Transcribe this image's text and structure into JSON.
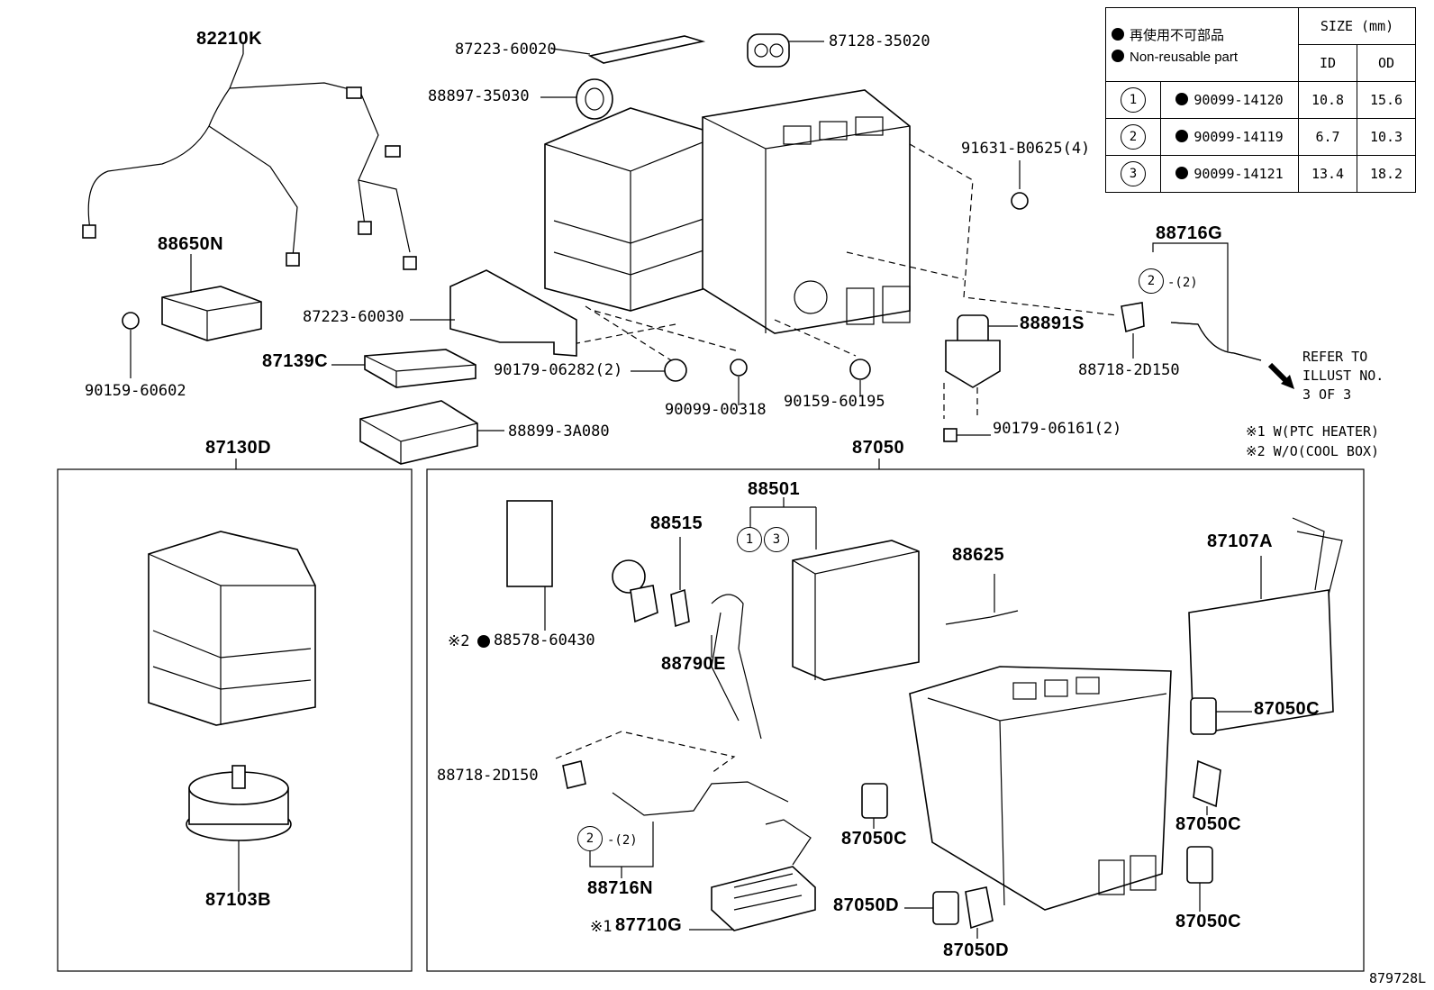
{
  "legend": {
    "non_reusable_jp": "再使用不可部品",
    "non_reusable_en": "Non-reusable part",
    "size_header": "SIZE (mm)",
    "col_id": "ID",
    "col_od": "OD",
    "rows": [
      {
        "index": "1",
        "part": "90099-14120",
        "id": "10.8",
        "od": "15.6"
      },
      {
        "index": "2",
        "part": "90099-14119",
        "id": "6.7",
        "od": "10.3"
      },
      {
        "index": "3",
        "part": "90099-14121",
        "id": "13.4",
        "od": "18.2"
      }
    ]
  },
  "labels": {
    "p82210K": "82210K",
    "p87223_60020": "87223-60020",
    "p87128_35020": "87128-35020",
    "p88897_35030": "88897-35030",
    "p91631_B0625": "91631-B0625(4)",
    "p88650N": "88650N",
    "p87223_60030": "87223-60030",
    "p87139C": "87139C",
    "p90159_60602": "90159-60602",
    "p90179_06282": "90179-06282(2)",
    "p90099_00318": "90099-00318",
    "p90159_60195": "90159-60195",
    "p88899_3A080": "88899-3A080",
    "p88716G": "88716G",
    "p88716G_count": "-(2)",
    "p88891S": "88891S",
    "p88718_2D150_top": "88718-2D150",
    "p90179_06161": "90179-06161(2)",
    "refer": [
      "REFER TO",
      "ILLUST NO.",
      "3 OF 3"
    ],
    "note1": "※1 W(PTC HEATER)",
    "note2": "※2 W/O(COOL BOX)",
    "p87130D": "87130D",
    "p87103B": "87103B",
    "p87050": "87050",
    "p88501": "88501",
    "p88515": "88515",
    "p88625": "88625",
    "p87107A": "87107A",
    "p88578_prefix": "※2",
    "p88578_60430": "88578-60430",
    "p88790E": "88790E",
    "p87050C_a": "87050C",
    "p87050C_b": "87050C",
    "p87050C_c": "87050C",
    "p87050C_d": "87050C",
    "p88718_2D150_bot": "88718-2D150",
    "p88716N": "88716N",
    "p88716N_count": "-(2)",
    "p87710G_prefix": "※1",
    "p87710G": "87710G",
    "p87050D_a": "87050D",
    "p87050D_b": "87050D",
    "circle1": "1",
    "circle2": "2",
    "circle3": "3",
    "figure_id": "879728L"
  }
}
